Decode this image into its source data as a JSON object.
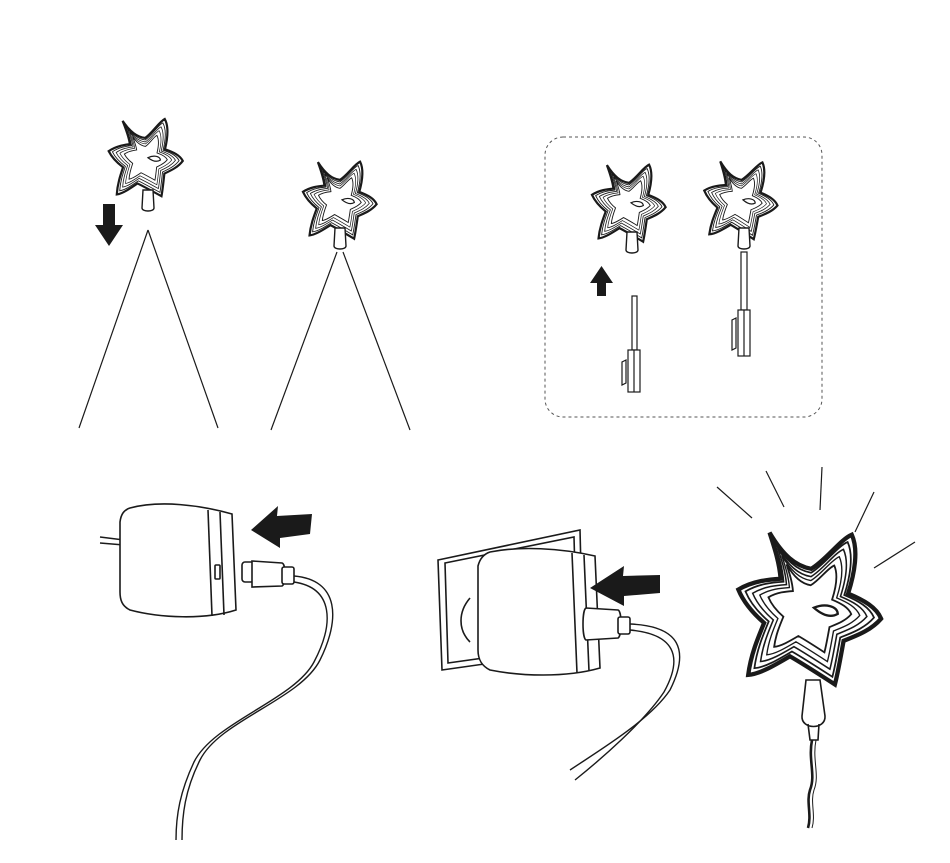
{
  "figure": {
    "panels": [
      {
        "name": "star-push-down-onto-stand",
        "arrow": "down"
      },
      {
        "name": "star-mounted-on-stand"
      },
      {
        "name": "inset-stake-assembly",
        "arrow": "up"
      },
      {
        "name": "cable-into-adapter",
        "arrow": "left"
      },
      {
        "name": "adapter-into-wall-socket",
        "arrow": "left"
      },
      {
        "name": "star-lit"
      }
    ],
    "colors": {
      "ink": "#1a1a1a",
      "background": "#ffffff",
      "inset_border": "#555555"
    }
  }
}
